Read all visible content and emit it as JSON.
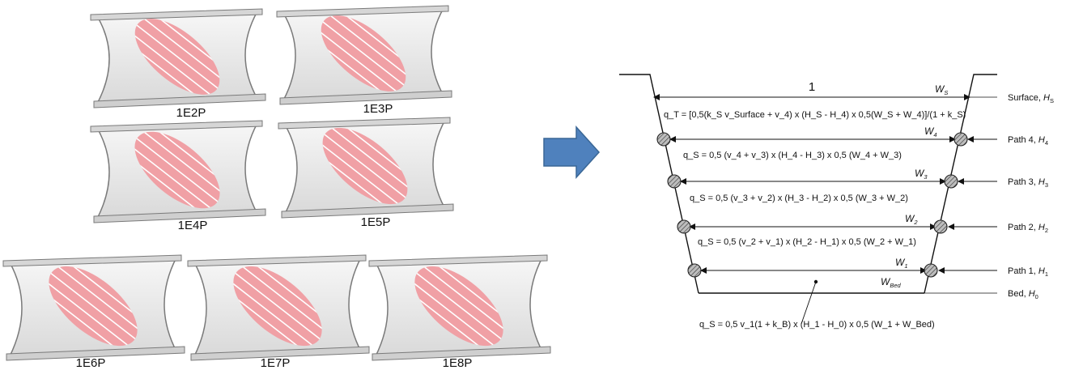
{
  "pipes": [
    {
      "label": "1E2P"
    },
    {
      "label": "1E3P"
    },
    {
      "label": "1E4P"
    },
    {
      "label": "1E5P"
    },
    {
      "label": "1E6P"
    },
    {
      "label": "1E7P"
    },
    {
      "label": "1E8P"
    }
  ],
  "arrow": {
    "color": "#4f81bd"
  },
  "colors": {
    "ellipse": "#f0a0a5",
    "pipe_fill": "#efefef",
    "pipe_stroke": "#7a7a7a"
  },
  "section": {
    "width_label": "1",
    "levels": [
      {
        "w": "W",
        "w_sub": "S",
        "label": "Surface, ",
        "h": "H",
        "h_sub": "S"
      },
      {
        "w": "W",
        "w_sub": "4",
        "label": "Path 4, ",
        "h": "H",
        "h_sub": "4"
      },
      {
        "w": "W",
        "w_sub": "3",
        "label": "Path 3, ",
        "h": "H",
        "h_sub": "3"
      },
      {
        "w": "W",
        "w_sub": "2",
        "label": "Path 2, ",
        "h": "H",
        "h_sub": "2"
      },
      {
        "w": "W",
        "w_sub": "1",
        "label": "Path 1, ",
        "h": "H",
        "h_sub": "1"
      },
      {
        "w": "W",
        "w_sub": "Bed",
        "label": "Bed, ",
        "h": "H",
        "h_sub": "0"
      }
    ],
    "equations": [
      "q_T = [0,5(k_S v_Surface + v_4) x (H_S - H_4) x 0,5(W_S + W_4)]/(1 + k_S)",
      "q_S = 0,5 (v_4 + v_3) x (H_4 - H_3) x 0,5 (W_4 + W_3)",
      "q_S = 0,5 (v_3 + v_2) x (H_3 - H_2) x 0,5 (W_3 + W_2)",
      "q_S = 0,5 (v_2 + v_1) x (H_2 - H_1) x 0,5 (W_2 + W_1)",
      "q_S = 0,5 v_1(1 + k_B) x (H_1 - H_0) x 0,5 (W_1 + W_Bed)"
    ]
  }
}
